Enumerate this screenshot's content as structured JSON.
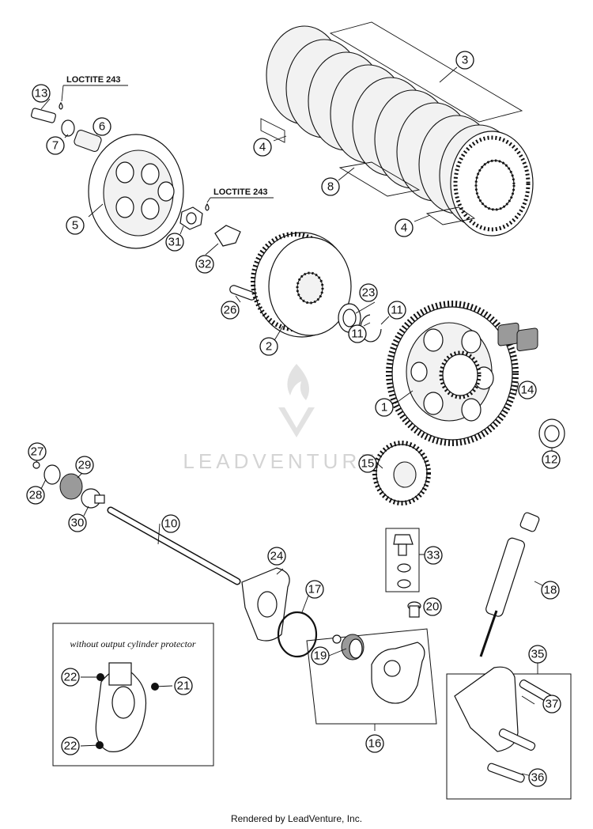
{
  "annotations": {
    "loctite_1": "LOCTITE 243",
    "loctite_2": "LOCTITE 243"
  },
  "inset": {
    "title": "without output cylinder protector"
  },
  "watermark": "LEADVENTURE",
  "footer": "Rendered by LeadVenture, Inc.",
  "callouts": {
    "c1": "1",
    "c2": "2",
    "c3": "3",
    "c4a": "4",
    "c4b": "4",
    "c5": "5",
    "c6": "6",
    "c7": "7",
    "c8": "8",
    "c10": "10",
    "c11a": "11",
    "c11b": "11",
    "c12": "12",
    "c13": "13",
    "c14": "14",
    "c15": "15",
    "c16": "16",
    "c17": "17",
    "c18": "18",
    "c19": "19",
    "c20": "20",
    "c21": "21",
    "c22a": "22",
    "c22b": "22",
    "c23": "23",
    "c24": "24",
    "c26": "26",
    "c27": "27",
    "c28": "28",
    "c29": "29",
    "c30": "30",
    "c31": "31",
    "c32": "32",
    "c33": "33",
    "c35": "35",
    "c36": "36",
    "c37": "37"
  }
}
